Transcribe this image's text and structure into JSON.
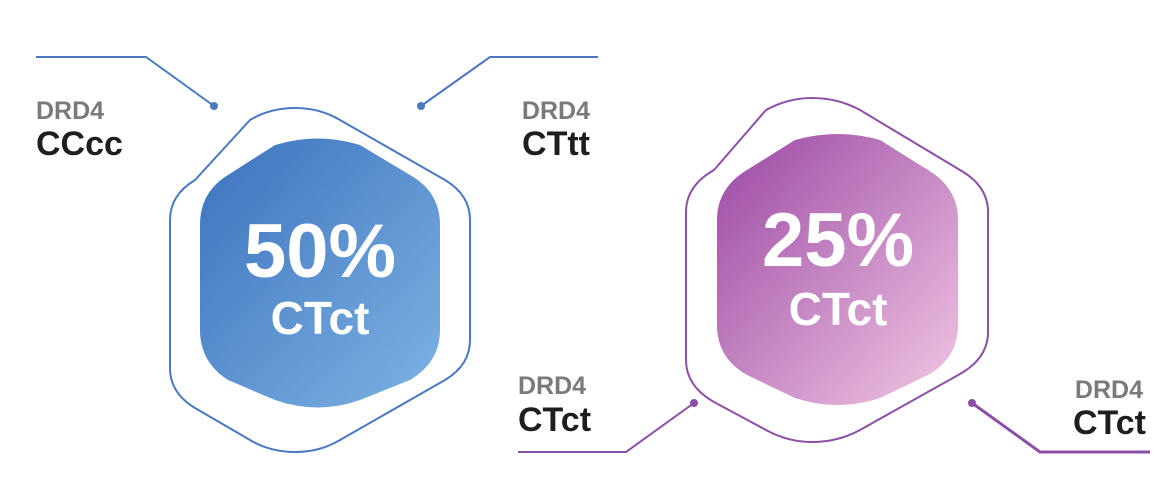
{
  "hexagons": [
    {
      "percent": "50%",
      "genotype": "CTct",
      "gradient_start": "#3b72bd",
      "gradient_end": "#7eb3e3",
      "outline_color": "#4a78c2"
    },
    {
      "percent": "25%",
      "genotype": "CTct",
      "gradient_start": "#9a48a3",
      "gradient_end": "#f1c7e3",
      "outline_color": "#8c4fa8"
    }
  ],
  "callouts": [
    {
      "gene": "DRD4",
      "genotype": "CCcc",
      "line_color": "#4a78c2"
    },
    {
      "gene": "DRD4",
      "genotype": "CTtt",
      "line_color": "#4a78c2"
    },
    {
      "gene": "DRD4",
      "genotype": "CTct",
      "line_color": "#8c4fa8"
    },
    {
      "gene": "DRD4",
      "genotype": "CTct",
      "line_color": "#8c4fa8"
    }
  ]
}
